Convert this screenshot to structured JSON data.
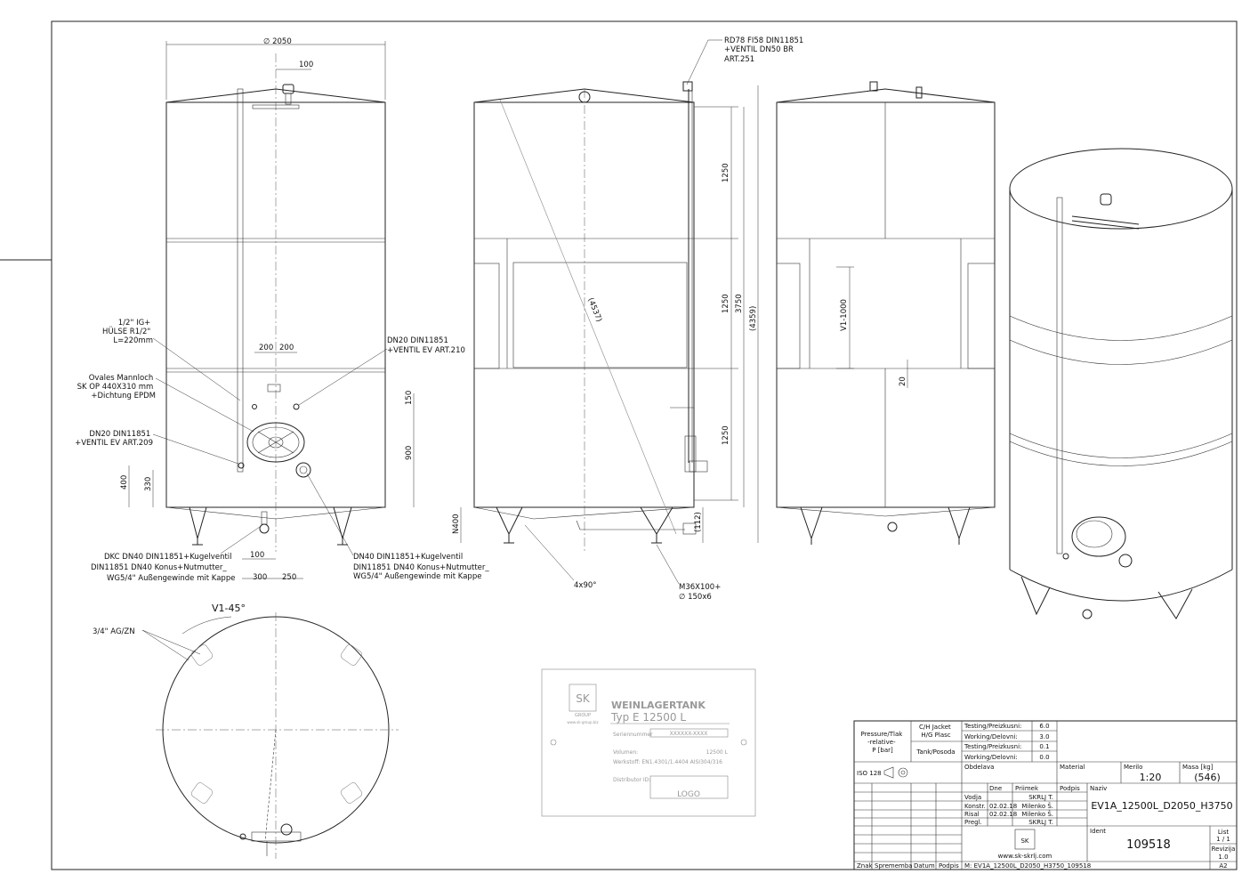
{
  "dimensions": {
    "diameter": "∅ 2050",
    "d100_top": "100",
    "d200_left": "200",
    "d200_right": "200",
    "d150": "150",
    "d900": "900",
    "d400": "400",
    "d330": "330",
    "d100_bottom": "100",
    "d300": "300",
    "d250": "250",
    "d1250_a": "1250",
    "d1250_b": "1250",
    "d1250_c": "1250",
    "d3750": "3750",
    "d4359": "(4359)",
    "d4537": "(4537)",
    "d112": "(112)",
    "n400": "N400",
    "v1_1000": "V1-1000",
    "d20": "20",
    "angle": "4x90°",
    "v1_45": "V1-45°"
  },
  "annotations": {
    "rd78": [
      "RD78 FI58 DIN11851",
      "+VENTIL DN50 BR",
      "ART.251"
    ],
    "huelse": [
      "1/2\" IG+",
      "HÜLSE R1/2\"",
      "L=220mm"
    ],
    "dn20_210": [
      "DN20 DIN11851",
      "+VENTIL EV ART.210"
    ],
    "mannloch": [
      "Ovales Mannloch",
      "SK OP 440X310 mm",
      "+Dichtung EPDM"
    ],
    "dn20_209": [
      "DN20 DIN11851",
      "+VENTIL EV ART.209"
    ],
    "dkc": [
      "DKC DN40 DIN11851+Kugelventil",
      "DIN11851 DN40 Konus+Nutmutter_",
      "WG5/4\" Außengewinde mit Kappe"
    ],
    "dn40": [
      "DN40 DIN11851+Kugelventil",
      "DIN11851 DN40 Konus+Nutmutter_",
      "WG5/4\" Außengewinde mit Kappe"
    ],
    "m36": [
      "M36X100+",
      "∅ 150x6"
    ],
    "ag_zn": "3/4\" AG/ZN"
  },
  "plate": {
    "logo_text": "SK",
    "logo_sub": "GROUP",
    "logo_url": "www.sk-group.biz",
    "title": "WEINLAGERTANK",
    "type": "Typ E 12500 L",
    "serial_label": "Seriennummer",
    "serial_value": "XXXXXX-XXXX",
    "volume_label": "Volumen:",
    "volume_value": "12500 L",
    "material_label": "Werkstoff: EN1.4301/1.4404 AISI304/316",
    "distributor_label": "Distributor ID:",
    "logo_box": "LOGO"
  },
  "titleblock": {
    "pressure_label": [
      "Pressure/Tlak",
      "-relative-",
      "P [bar]"
    ],
    "jacket_label": [
      "C/H Jacket",
      "H/G Plasc"
    ],
    "tank_label": "Tank/Posoda",
    "rows": [
      {
        "label": "Testing/Preizkusni:",
        "value": "6.0"
      },
      {
        "label": "Working/Delovni:",
        "value": "3.0"
      },
      {
        "label": "Testing/Preizkusni:",
        "value": "0.1"
      },
      {
        "label": "Working/Delovni:",
        "value": "0.0"
      }
    ],
    "obdelava": "Obdelava",
    "material": "Material",
    "merilo_label": "Merilo",
    "merilo_value": "1:20",
    "masa_label": "Masa [kg]",
    "masa_value": "(546)",
    "iso": "ISO 128",
    "col_dne": "Dne",
    "col_priimek": "Priimek",
    "col_podpis": "Podpis",
    "staff": [
      {
        "role": "Vodja",
        "date": "",
        "name": "SKRLJ T."
      },
      {
        "role": "Konstr.",
        "date": "02.02.18",
        "name": "Milenko Š."
      },
      {
        "role": "Risal",
        "date": "02.02.18",
        "name": "Milenko Š."
      },
      {
        "role": "Pregl.",
        "date": "",
        "name": "SKRLJ T."
      }
    ],
    "naziv_label": "Naziv",
    "naziv_value": "EV1A_12500L_D2050_H3750",
    "ident_label": "Ident",
    "ident_value": "109518",
    "list_label": "List",
    "list_value": "1 / 1",
    "revizija_label": "Revizija",
    "revizija_value": "1.0",
    "company_url": "www.sk-skrlj.com",
    "znak": "Znak",
    "sprememba": "Sprememba",
    "datum": "Datum",
    "podpis": "Podpis",
    "file": "M: EV1A_12500L_D2050_H3750_109518",
    "format": "A2"
  }
}
